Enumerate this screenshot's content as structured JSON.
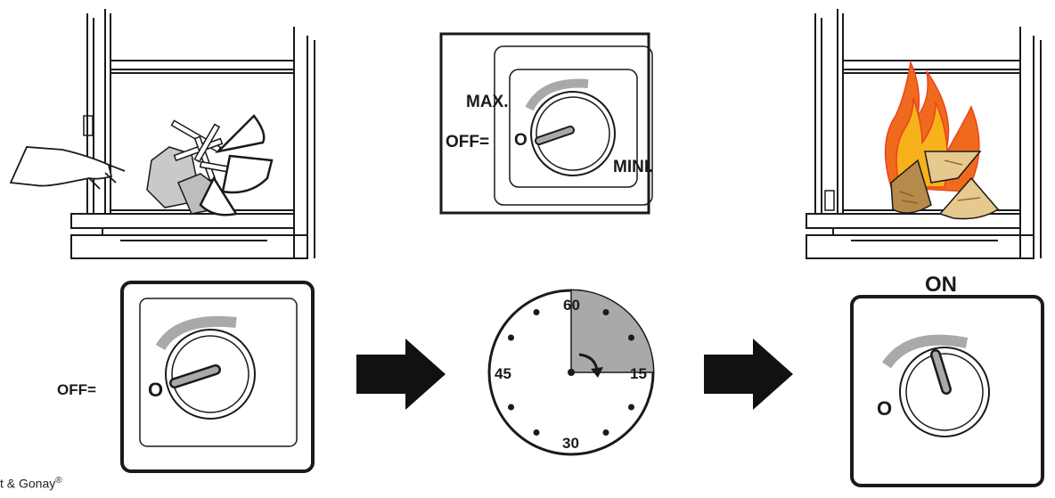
{
  "labels": {
    "max": "MAX.",
    "off_eq": "OFF=",
    "o": "O",
    "mini": "MINI.",
    "on": "ON"
  },
  "clock": {
    "ticks": [
      "60",
      "15",
      "30",
      "45"
    ],
    "shaded_minutes": 15
  },
  "footer": {
    "text": "t & Gonay",
    "mark": "®"
  },
  "colors": {
    "stroke": "#1a1a1a",
    "shade": "#a9a9a9",
    "arrow": "#111111",
    "flame_outer": "#e8431c",
    "flame_inner": "#f7b21b",
    "log_wood": "#b58a4a",
    "log_light": "#e6c98e"
  }
}
